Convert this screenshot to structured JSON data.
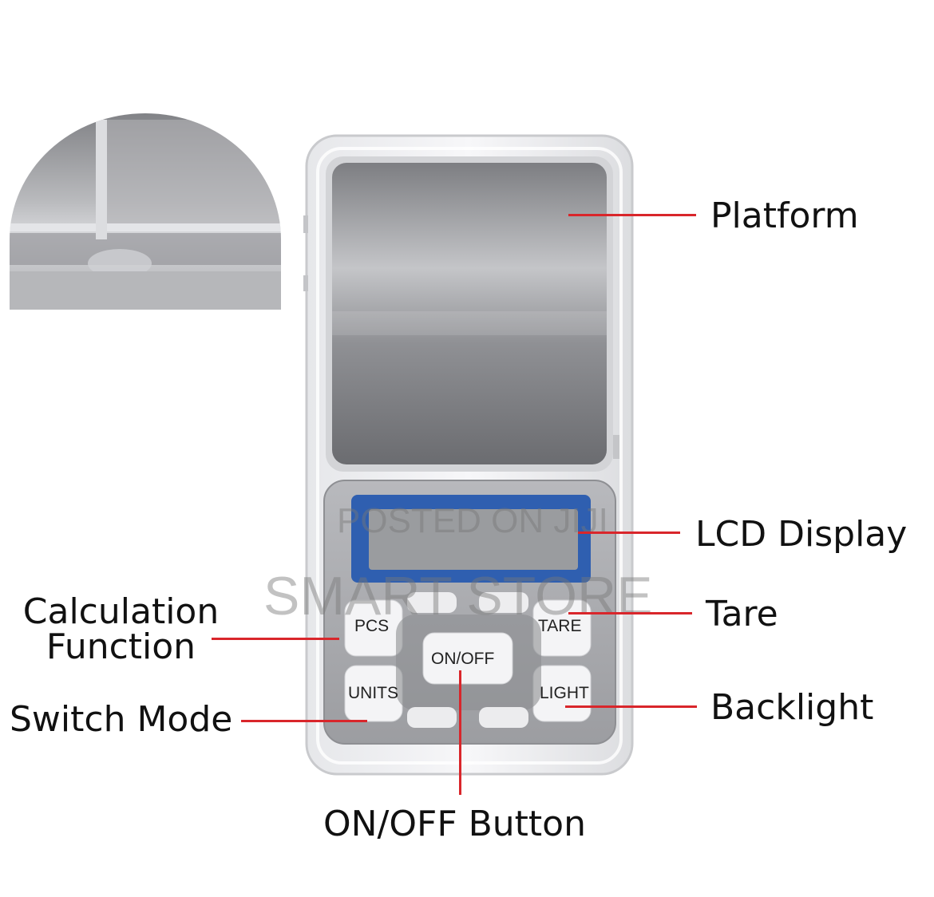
{
  "labels": {
    "platform": "Platform",
    "lcd_display": "LCD Display",
    "tare": "Tare",
    "backlight": "Backlight",
    "calculation_line1": "Calculation",
    "calculation_line2": "Function",
    "switch_mode": "Switch Mode",
    "on_off_button": "ON/OFF Button"
  },
  "buttons": {
    "pcs": "PCS",
    "tare": "TARE",
    "on_off": "ON/OFF",
    "units": "UNITS",
    "light": "LIGHT"
  },
  "watermark": {
    "line1": "POSTED ON JIJI",
    "line2": "SMART STORE"
  },
  "colors": {
    "leader_line": "#d9262b",
    "lcd_frame": "#2f5fb0",
    "lcd_screen": "#9a9c9f"
  }
}
